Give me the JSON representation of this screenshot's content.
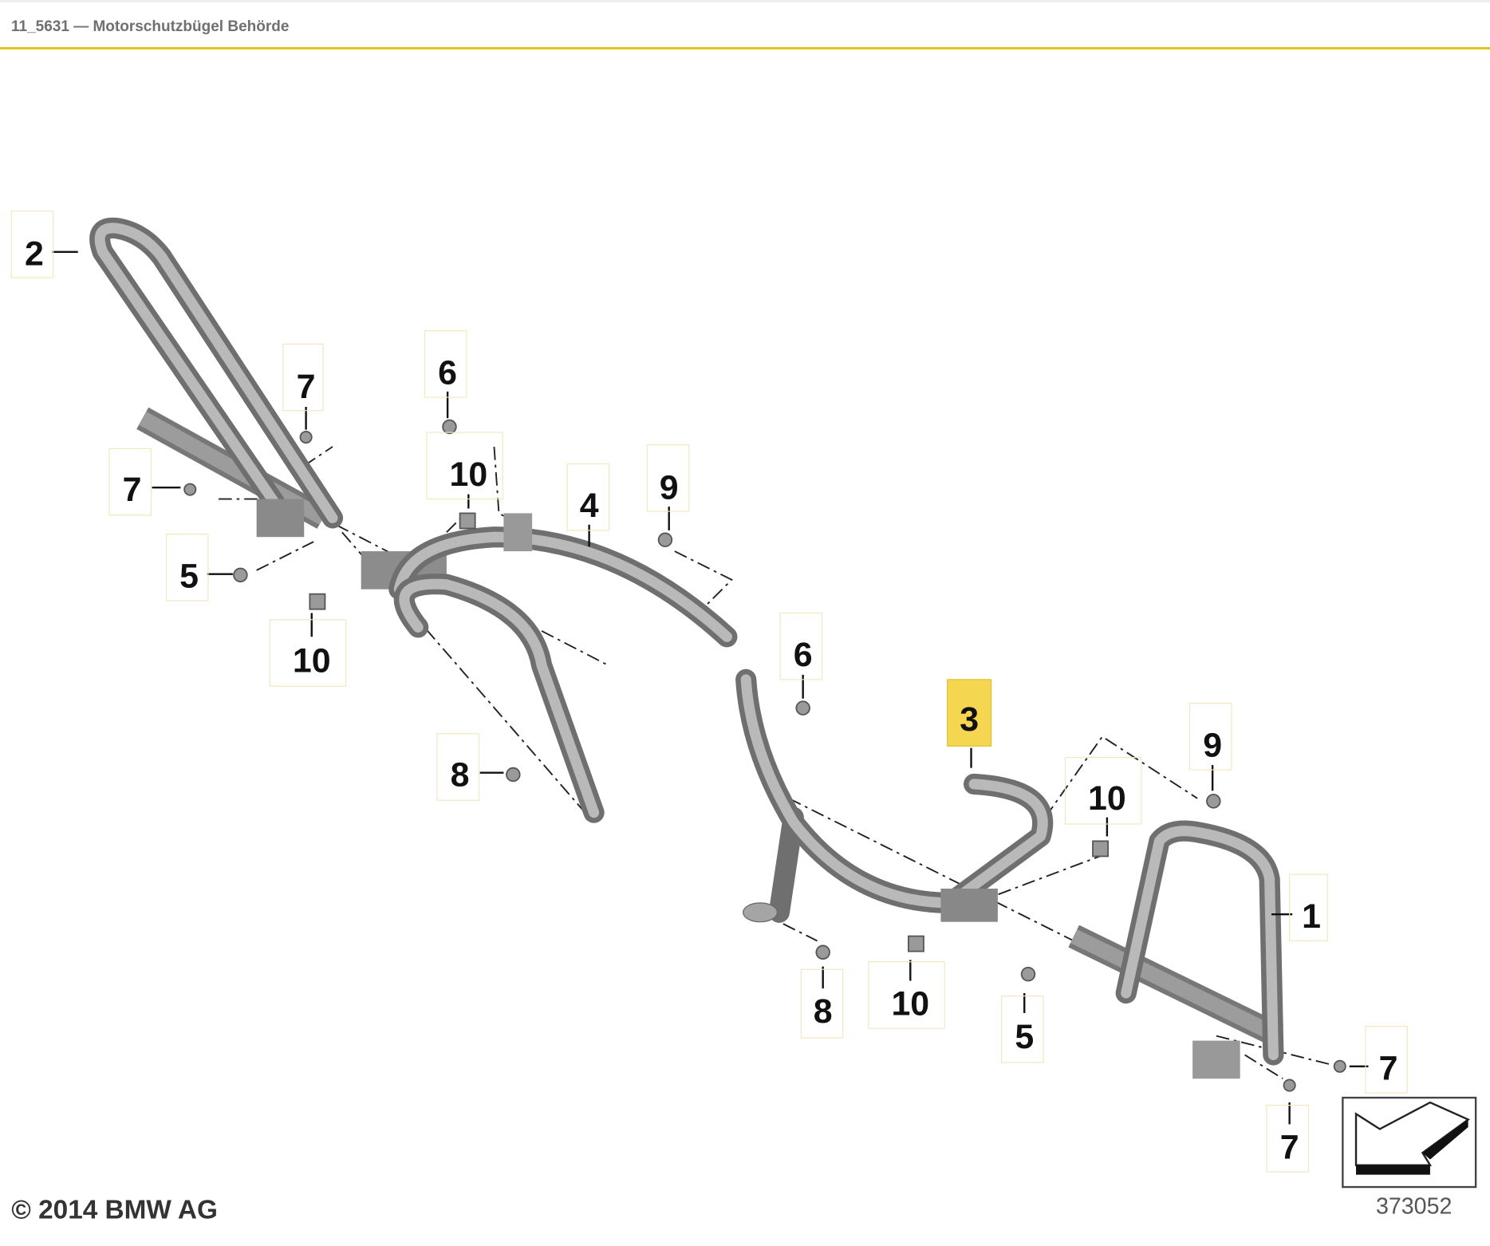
{
  "header": {
    "title": "11_5631 — Motorschutzbügel Behörde"
  },
  "diagram": {
    "labels": [
      "2",
      "7",
      "7",
      "6",
      "10",
      "4",
      "9",
      "5",
      "10",
      "6",
      "3",
      "9",
      "10",
      "8",
      "1",
      "8",
      "10",
      "5",
      "7",
      "7"
    ],
    "highlighted_label": "3",
    "highlight_color": "#f5d650",
    "copyright": "© 2014 BMW AG",
    "diagram_number": "373052"
  },
  "orientation_icon": "arrow-direction-icon"
}
